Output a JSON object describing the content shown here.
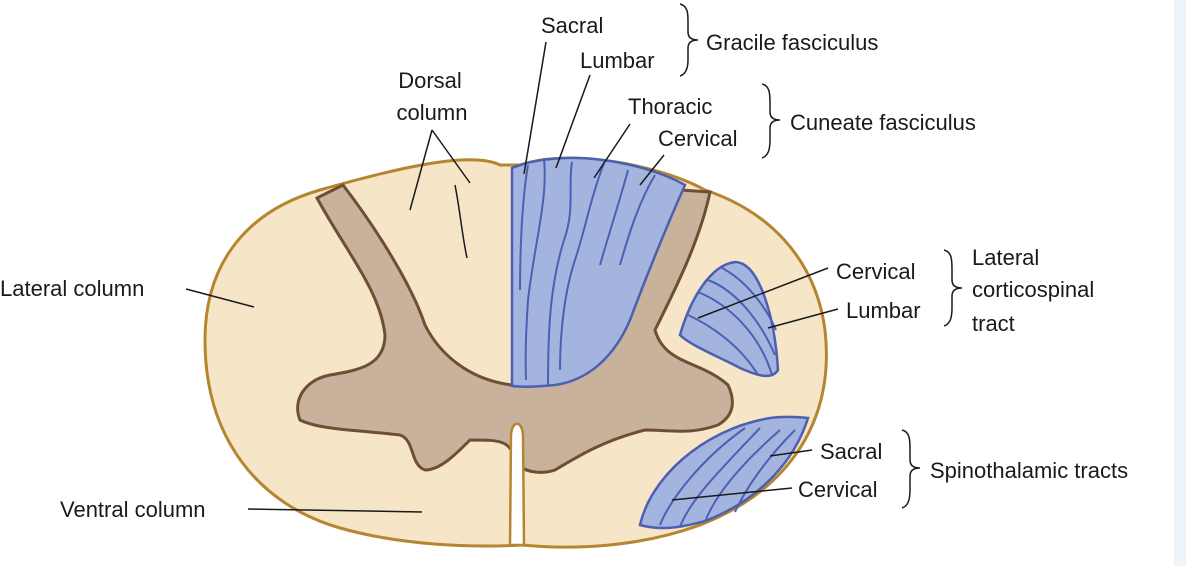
{
  "labels": {
    "dorsal_column_1": "Dorsal",
    "dorsal_column_2": "column",
    "lateral_column": "Lateral column",
    "ventral_column": "Ventral column",
    "gracile_sacral": "Sacral",
    "gracile_lumbar": "Lumbar",
    "gracile_fasciculus": "Gracile fasciculus",
    "cuneate_thoracic": "Thoracic",
    "cuneate_cervical": "Cervical",
    "cuneate_fasciculus": "Cuneate fasciculus",
    "lcst_cervical": "Cervical",
    "lcst_lumbar": "Lumbar",
    "lcst_title_1": "Lateral",
    "lcst_title_2": "corticospinal",
    "lcst_title_3": "tract",
    "st_sacral": "Sacral",
    "st_cervical": "Cervical",
    "spinothalamic_tracts": "Spinothalamic tracts"
  },
  "colors": {
    "white_matter": "#f7e5c8",
    "gray_matter": "#c9b29b",
    "tract_fill": "#a3b5df",
    "tract_stroke": "#4d5fb2",
    "outline": "#b6852f"
  }
}
